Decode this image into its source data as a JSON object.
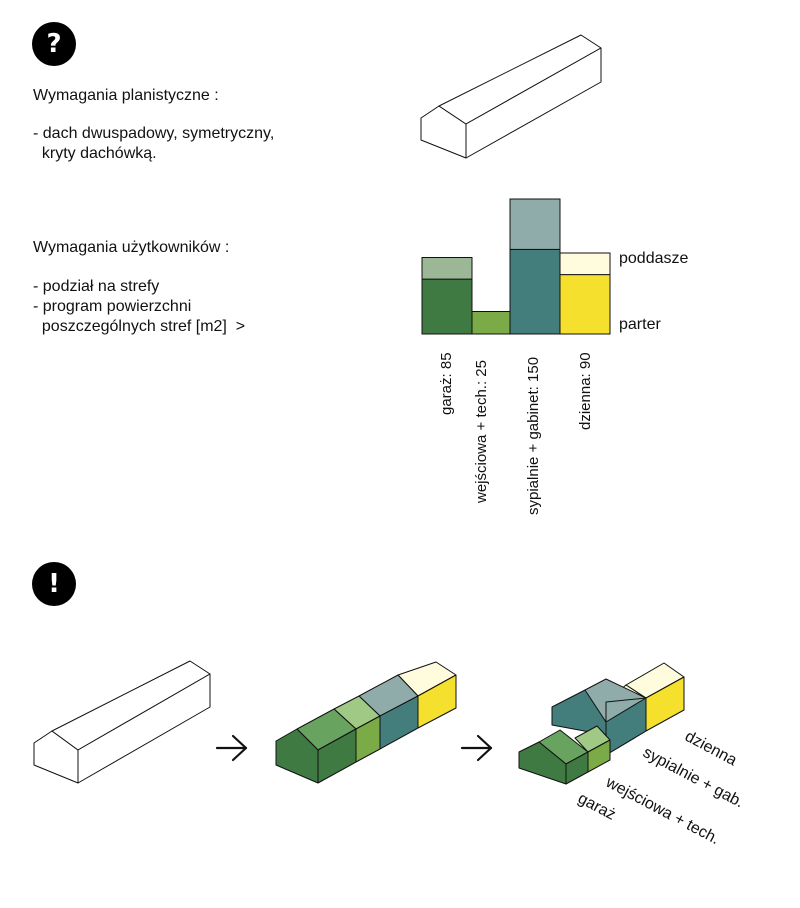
{
  "badges": {
    "question": "?",
    "exclamation": "!"
  },
  "requirements": {
    "planning_title": "Wymagania planistyczne :",
    "planning_item_1": "- dach dwuspadowy, symetryczny,",
    "planning_item_2": "  kryty dachówką.",
    "users_title": "Wymagania użytkowników :",
    "users_item_1": "- podział na strefy",
    "users_item_2": "- program powierzchni",
    "users_item_3": "  poszczególnych stref [m2]  >"
  },
  "colors": {
    "garage_dark": "#3f7a42",
    "garage_light": "#9bb795",
    "entry": "#7aab46",
    "bedroom_dark": "#437e7c",
    "bedroom_light": "#90acaa",
    "day_dark": "#f6e02e",
    "day_light": "#fffbdd",
    "green_mid": "#68a35f",
    "green_light": "#9fc984"
  },
  "chart_data": {
    "type": "bar",
    "categories": [
      "garaż",
      "wejściowa + tech.",
      "sypialnie + gabinet",
      "dzienna"
    ],
    "values": [
      85,
      25,
      150,
      90
    ],
    "category_labels": [
      "garaż:  85",
      "wejściowa + tech.:  25",
      "sypialnie + gabinet:  150",
      "dzienna:  90"
    ],
    "series": [
      {
        "name": "parter",
        "values": [
          61,
          25,
          94,
          66
        ]
      },
      {
        "name": "poddasze",
        "values": [
          24,
          0,
          56,
          24
        ]
      }
    ]
  },
  "levels": {
    "upper": "poddasze",
    "lower": "parter"
  },
  "arrows": {
    "first": "→",
    "second": "→"
  },
  "exploded_labels": {
    "day": "dzienna",
    "bedroom": "sypialnie + gab.",
    "entry": "wejściowa + tech.",
    "garage": "garaż"
  }
}
